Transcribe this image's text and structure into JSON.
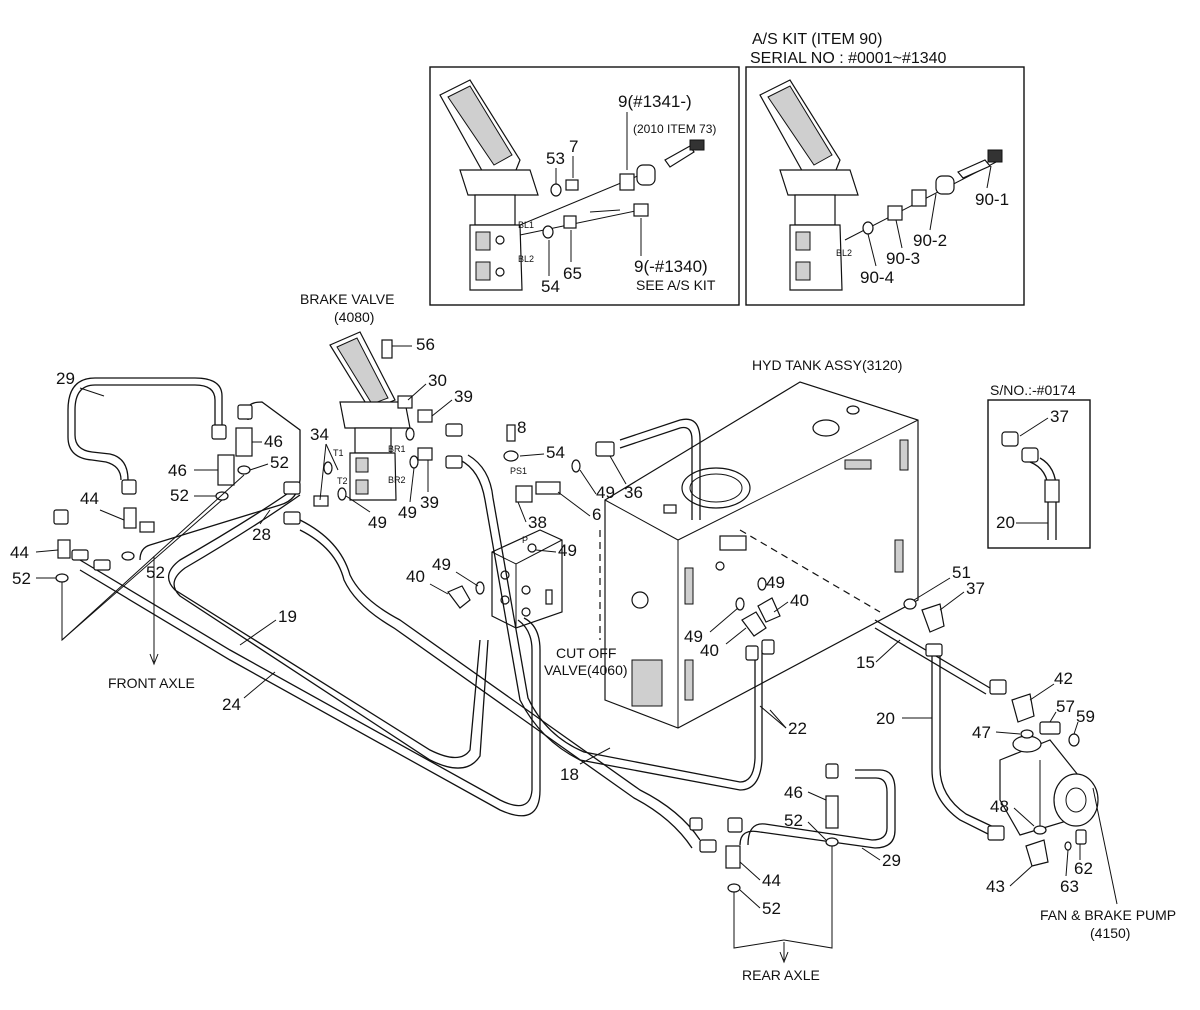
{
  "kit_header": {
    "line1": "A/S KIT (ITEM 90)",
    "line2": "SERIAL NO : #0001~#1340"
  },
  "inset_left": {
    "item_9_new": "9(#1341-)",
    "item_9_note": "(2010 ITEM 73)",
    "item_9_old": "9(-#1340)",
    "item_9_see": "SEE A/S KIT",
    "bl1": "BL1",
    "bl2": "BL2",
    "n53": "53",
    "n7": "7",
    "n54": "54",
    "n65": "65"
  },
  "inset_right": {
    "n90_1": "90-1",
    "n90_2": "90-2",
    "n90_3": "90-3",
    "n90_4": "90-4",
    "bl2": "BL2"
  },
  "inset_serial": {
    "title": "S/NO.:-#0174",
    "n37": "37",
    "n20": "20"
  },
  "components": {
    "brake_valve": "BRAKE VALVE",
    "brake_valve_code": "(4080)",
    "hyd_tank": "HYD TANK ASSY(3120)",
    "cut_off_1": "CUT OFF",
    "cut_off_2": "VALVE(4060)",
    "front_axle": "FRONT AXLE",
    "rear_axle": "REAR AXLE",
    "pump_1": "FAN & BRAKE PUMP",
    "pump_2": "(4150)"
  },
  "port_labels": {
    "br1": "BR1",
    "br2": "BR2",
    "t1": "T1",
    "t2": "T2",
    "ps1": "PS1",
    "p": "P"
  },
  "callouts": {
    "c56": "56",
    "c30": "30",
    "c39a": "39",
    "c39b": "39",
    "c34": "34",
    "c49a": "49",
    "c49b": "49",
    "c49c": "49",
    "c49d": "49",
    "c49e": "49",
    "c49f": "49",
    "c49g": "49",
    "c8": "8",
    "c54": "54",
    "c36": "36",
    "c6": "6",
    "c38": "38",
    "c29a": "29",
    "c29b": "29",
    "c46a": "46",
    "c46b": "46",
    "c46c": "46",
    "c52a": "52",
    "c52b": "52",
    "c52c": "52",
    "c52d": "52",
    "c52e": "52",
    "c52f": "52",
    "c44a": "44",
    "c44b": "44",
    "c44c": "44",
    "c28": "28",
    "c19": "19",
    "c24": "24",
    "c18": "18",
    "c22": "22",
    "c40a": "40",
    "c40b": "40",
    "c40c": "40",
    "c51": "51",
    "c37": "37",
    "c15": "15",
    "c20": "20",
    "c42": "42",
    "c47": "47",
    "c57": "57",
    "c59": "59",
    "c48": "48",
    "c43": "43",
    "c62": "62",
    "c63": "63"
  }
}
